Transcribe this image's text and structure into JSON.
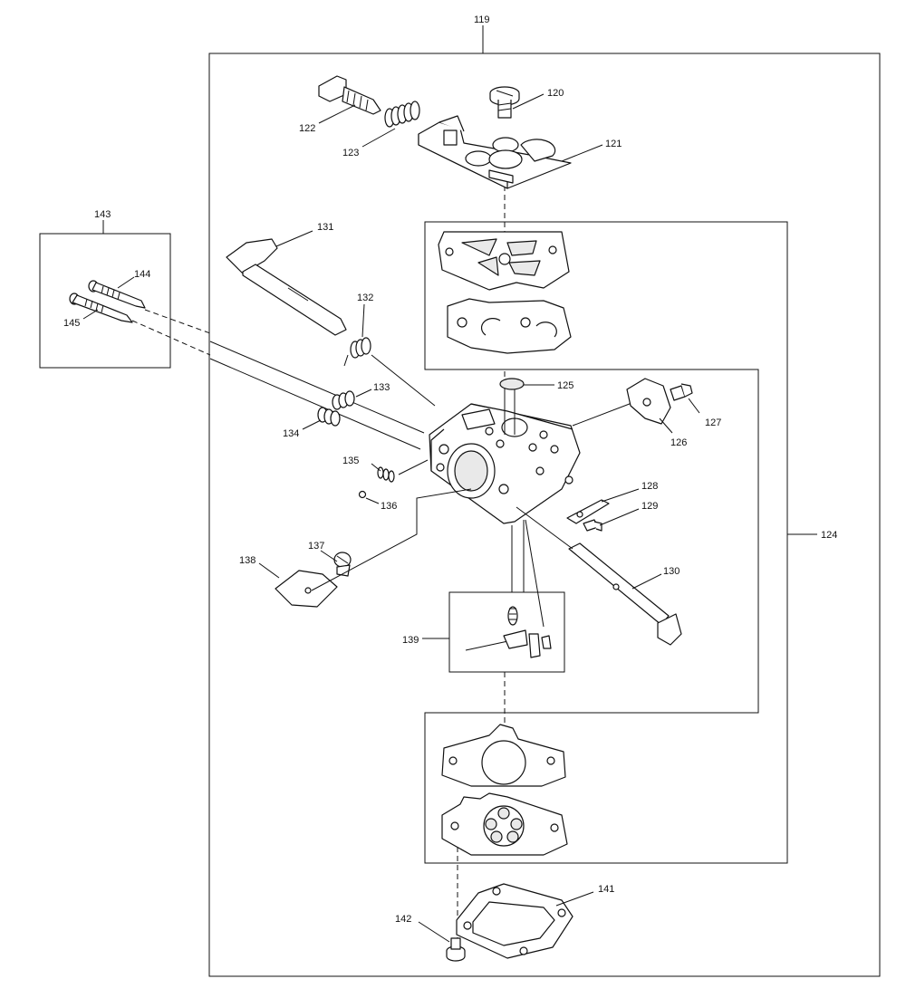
{
  "diagram": {
    "labels": {
      "l119": "119",
      "l120": "120",
      "l121": "121",
      "l122": "122",
      "l123": "123",
      "l124": "124",
      "l125": "125",
      "l126": "126",
      "l127": "127",
      "l128": "128",
      "l129": "129",
      "l130": "130",
      "l131": "131",
      "l132": "132",
      "l133": "133",
      "l134": "134",
      "l135": "135",
      "l136": "136",
      "l137": "137",
      "l138": "138",
      "l139": "139",
      "l141": "141",
      "l142": "142",
      "l143": "143",
      "l144": "144",
      "l145": "145"
    }
  }
}
